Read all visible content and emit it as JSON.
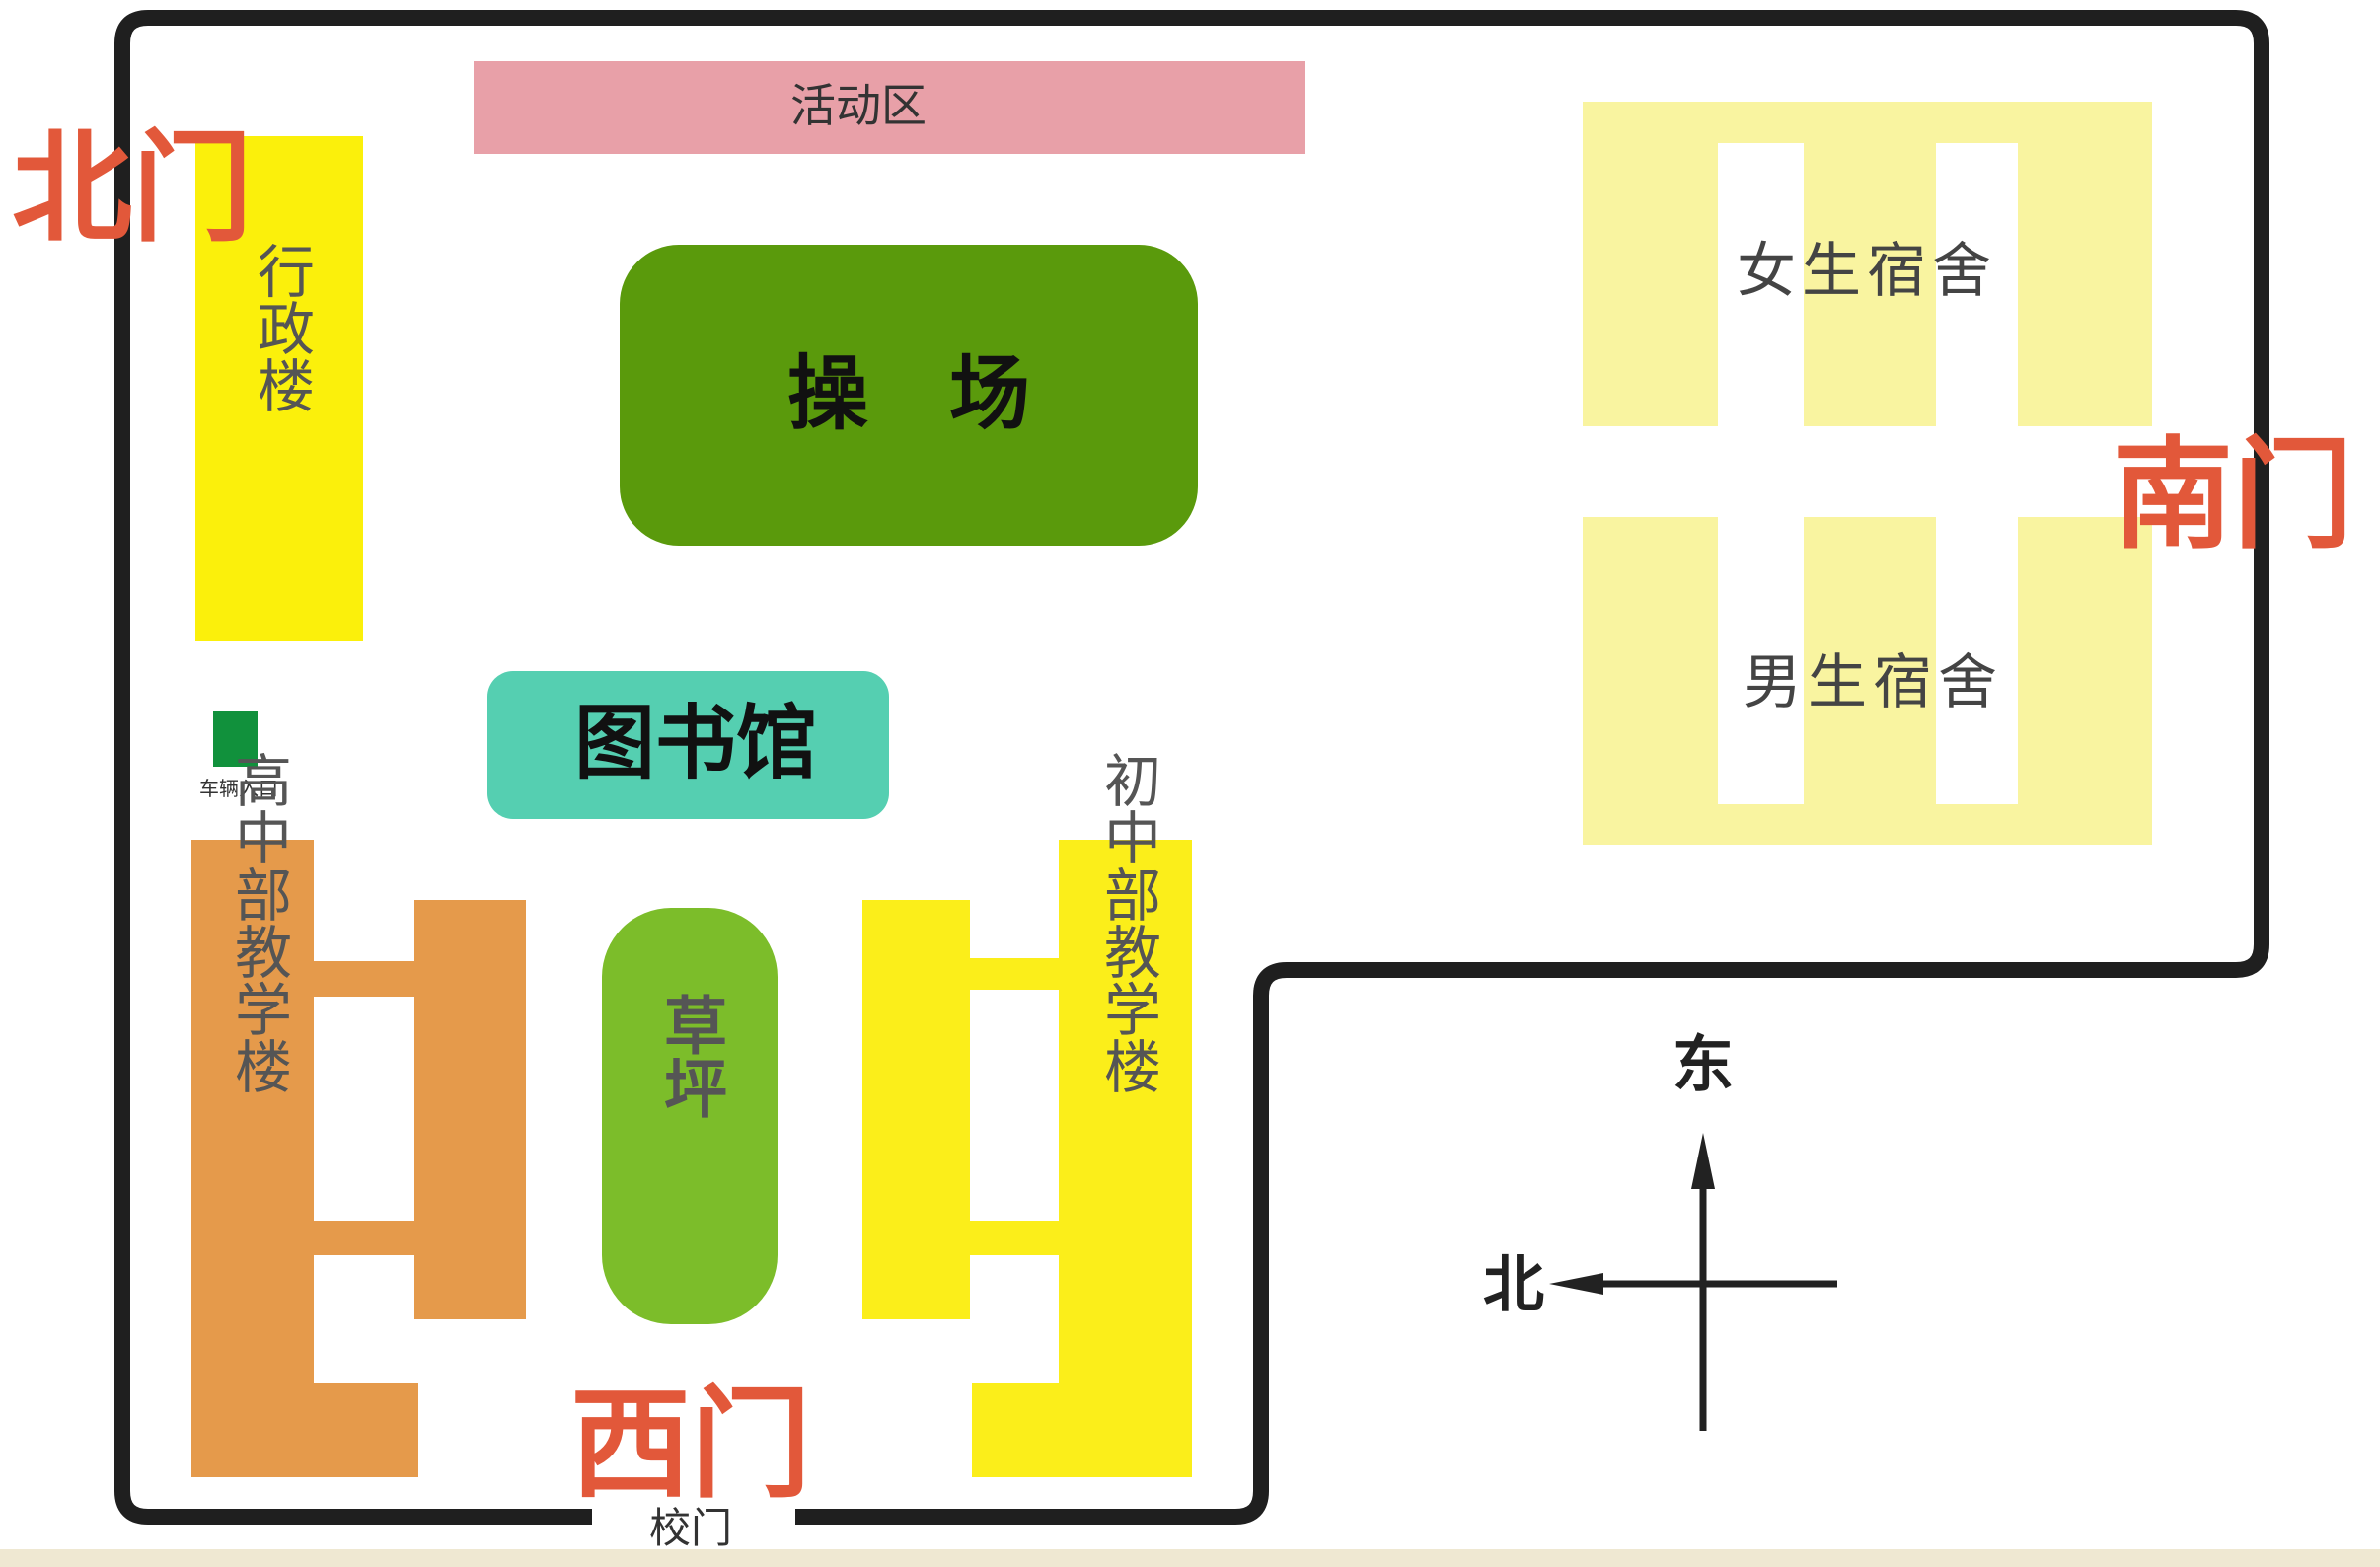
{
  "map": {
    "activity_area": "活动区",
    "playground": "操　场",
    "admin_building": "行政楼",
    "library": "图书馆",
    "lawn": "草坪",
    "high_school_building": "高中部教学楼",
    "middle_school_building": "初中部教学楼",
    "girls_dorm": "女生宿舍",
    "boys_dorm": "男生宿舍",
    "vehicle_entrance": "车辆入口",
    "school_gate": "校门"
  },
  "gates": {
    "north": "北门",
    "south": "南门",
    "west": "西门"
  },
  "compass": {
    "east": "东",
    "north": "北"
  },
  "colors": {
    "wall": "#1f1f1f",
    "activity_area": "#e8a0a8",
    "playground": "#5a9a0c",
    "library": "#55cfb1",
    "lawn": "#7cbd2a",
    "admin_building": "#fbf00b",
    "high_school_building": "#e59a4b",
    "middle_school_building": "#fbee1a",
    "dorms": "#f9f4a0",
    "gate_label": "#e2583a",
    "vehicle_entrance_marker": "#11913c"
  }
}
